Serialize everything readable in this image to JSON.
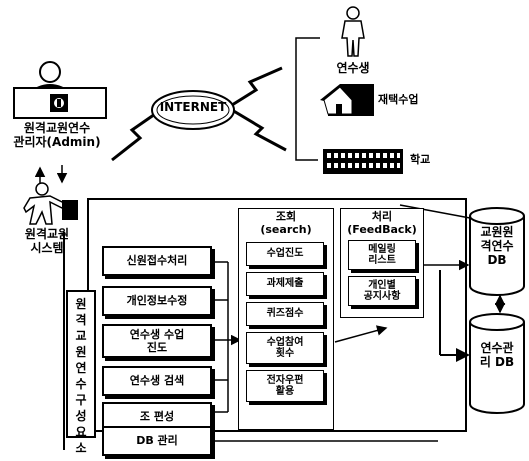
{
  "nodes": {
    "admin": "원격교원연수\n관리자(Admin)",
    "internet": "INTERNET",
    "trainee": "연수생",
    "home": "재택수업",
    "school": "학교",
    "system": "원격교원\n시스템",
    "components": "원격교원연수구성요소"
  },
  "menu": [
    "신원접수처리",
    "개인정보수정",
    "연수생 수업\n진도",
    "연수생 검색",
    "조 편성",
    "DB 관리"
  ],
  "search": {
    "title": "조회\n(search)",
    "items": [
      "수업진도",
      "과제제출",
      "퀴즈점수",
      "수업참여\n횟수",
      "전자우편\n활용"
    ]
  },
  "feedback": {
    "title": "처리\n(FeedBack)",
    "items": [
      "메일링\n리스트",
      "개인별\n공지사항"
    ]
  },
  "databases": [
    "교원원\n격연수\nDB",
    "연수관\n리 DB"
  ]
}
